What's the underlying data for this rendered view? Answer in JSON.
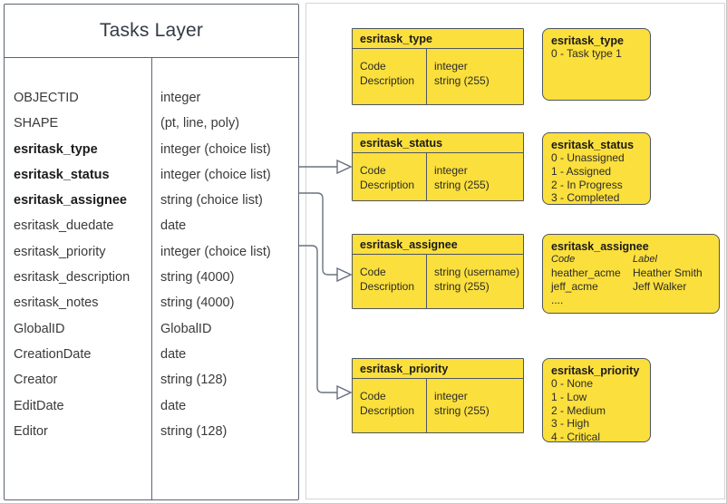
{
  "diagram": {
    "title": "Tasks Layer"
  },
  "entity": {
    "name": "Tasks Layer",
    "fields": [
      {
        "name": "OBJECTID",
        "type": "integer",
        "bold": false
      },
      {
        "name": "SHAPE",
        "type": "(pt, line, poly)",
        "bold": false
      },
      {
        "name": "esritask_type",
        "type": "integer (choice list)",
        "bold": true
      },
      {
        "name": "esritask_status",
        "type": "integer (choice list)",
        "bold": true
      },
      {
        "name": "esritask_assignee",
        "type": "string (choice list)",
        "bold": true
      },
      {
        "name": "esritask_duedate",
        "type": "date",
        "bold": false
      },
      {
        "name": "esritask_priority",
        "type": "integer (choice list)",
        "bold": false
      },
      {
        "name": "esritask_description",
        "type": "string (4000)",
        "bold": false
      },
      {
        "name": "esritask_notes",
        "type": "string (4000)",
        "bold": false
      },
      {
        "name": "GlobalID",
        "type": "GlobalID",
        "bold": false
      },
      {
        "name": "CreationDate",
        "type": "date",
        "bold": false
      },
      {
        "name": "Creator",
        "type": "string (128)",
        "bold": false
      },
      {
        "name": "EditDate",
        "type": "date",
        "bold": false
      },
      {
        "name": "Editor",
        "type": "string (128)",
        "bold": false
      }
    ]
  },
  "schema_tables": {
    "type": {
      "title": "esritask_type",
      "col_labels": [
        "Code",
        "Description"
      ],
      "col_types": [
        "integer",
        "string (255)"
      ]
    },
    "status": {
      "title": "esritask_status",
      "col_labels": [
        "Code",
        "Description"
      ],
      "col_types": [
        "integer",
        "string (255)"
      ]
    },
    "assignee": {
      "title": "esritask_assignee",
      "col_labels": [
        "Code",
        "Description"
      ],
      "col_types": [
        "string  (username)",
        "string (255)"
      ]
    },
    "priority": {
      "title": "esritask_priority",
      "col_labels": [
        "Code",
        "Description"
      ],
      "col_types": [
        "integer",
        "string (255)"
      ]
    }
  },
  "domains": {
    "type": {
      "title": "esritask_type",
      "values": [
        "0 - Task type 1"
      ]
    },
    "status": {
      "title": "esritask_status",
      "values": [
        "0 - Unassigned",
        "1 - Assigned",
        "2 - In Progress",
        "3 - Completed"
      ]
    },
    "assignee": {
      "title": "esritask_assignee",
      "headers": [
        "Code",
        "Label"
      ],
      "rows": [
        [
          "heather_acme",
          "Heather Smith"
        ],
        [
          "jeff_acme",
          "Jeff Walker"
        ],
        [
          "....",
          ""
        ]
      ]
    },
    "priority": {
      "title": "esritask_priority",
      "values": [
        "0 - None",
        "1 - Low",
        "2 - Medium",
        "3 - High",
        "4 - Critical"
      ]
    }
  },
  "colors": {
    "yellow_fill": "#fbdf3c",
    "box_border": "#4d5561",
    "table_border": "#5b6472",
    "connector": "#6a7280",
    "page_background": "#ffffff"
  }
}
